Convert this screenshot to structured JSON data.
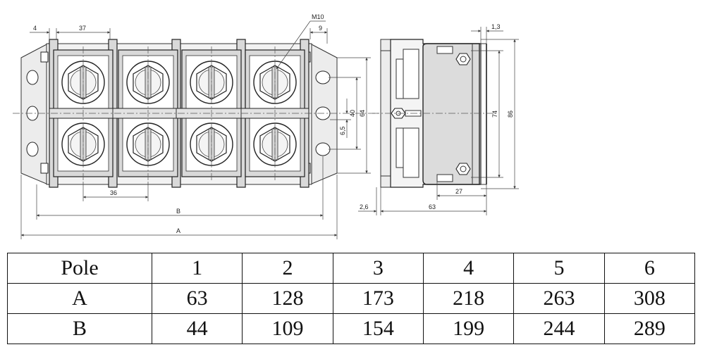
{
  "drawing": {
    "labels": {
      "dim_4": "4",
      "dim_37": "37",
      "dim_m10": "M10",
      "dim_9": "9",
      "dim_36": "36",
      "dim_b": "B",
      "dim_a": "A",
      "dim_6_5": "6,5",
      "dim_40": "40",
      "dim_64": "64",
      "dim_1_3": "1,3",
      "dim_74": "74",
      "dim_86": "86",
      "dim_27": "27",
      "dim_2_6": "2,6",
      "dim_63": "63"
    }
  },
  "table": {
    "header": [
      "Pole",
      "1",
      "2",
      "3",
      "4",
      "5",
      "6"
    ],
    "rows": [
      [
        "A",
        "63",
        "128",
        "173",
        "218",
        "263",
        "308"
      ],
      [
        "B",
        "44",
        "109",
        "154",
        "199",
        "244",
        "289"
      ]
    ]
  }
}
